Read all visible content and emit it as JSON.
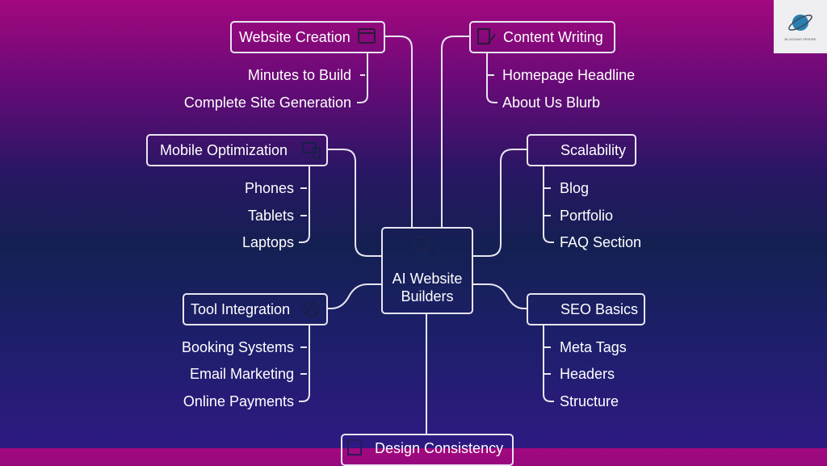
{
  "center": {
    "line1": "AI Website",
    "line2": "Builders"
  },
  "branches": {
    "website_creation": {
      "label": "Website Creation",
      "children": [
        "Minutes to Build",
        "Complete Site Generation"
      ]
    },
    "content_writing": {
      "label": "Content Writing",
      "children": [
        "Homepage Headline",
        "About Us Blurb"
      ]
    },
    "mobile_optimization": {
      "label": "Mobile Optimization",
      "children": [
        "Phones",
        "Tablets",
        "Laptops"
      ]
    },
    "scalability": {
      "label": "Scalability",
      "children": [
        "Blog",
        "Portfolio",
        "FAQ Section"
      ]
    },
    "tool_integration": {
      "label": "Tool Integration",
      "children": [
        "Booking Systems",
        "Email Marketing",
        "Online Payments"
      ]
    },
    "seo_basics": {
      "label": "SEO Basics",
      "children": [
        "Meta Tags",
        "Headers",
        "Structure"
      ]
    },
    "design_consistency": {
      "label": "Design Consistency"
    }
  },
  "logo": {
    "text": "BLOGGING SPHERE"
  },
  "colors": {
    "line": "#e8e6f2",
    "top": "#a3087f",
    "bottom": "#2e1a82"
  }
}
